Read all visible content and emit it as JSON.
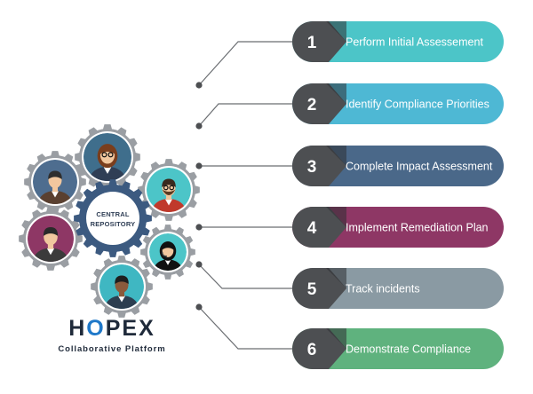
{
  "hub": {
    "line1": "CENTRAL",
    "line2": "REPOSITORY"
  },
  "logo": {
    "text": "HOPEX",
    "tagline": "Collaborative Platform"
  },
  "steps": [
    {
      "number": "1",
      "label": "Perform Initial Assessement",
      "color": "#4cc5c8"
    },
    {
      "number": "2",
      "label": "Identify Compliance Priorities",
      "color": "#4eb8d4"
    },
    {
      "number": "3",
      "label": "Complete Impact Assessment",
      "color": "#4a6889"
    },
    {
      "number": "4",
      "label": "Implement Remediation Plan",
      "color": "#8e3765"
    },
    {
      "number": "5",
      "label": "Track incidents",
      "color": "#8a9aa3"
    },
    {
      "number": "6",
      "label": "Demonstrate Compliance",
      "color": "#5fb27e"
    }
  ],
  "colors": {
    "number_box": "#4d4f52",
    "connector": "#6b6e72",
    "gear": "#9a9ea3",
    "hub_gear": "#3c5a80"
  },
  "people_icons": [
    "man-avatar-icon",
    "woman-glasses-avatar-icon",
    "bearded-man-avatar-icon",
    "man-avatar-icon",
    "woman-headset-avatar-icon",
    "man-avatar-icon"
  ]
}
